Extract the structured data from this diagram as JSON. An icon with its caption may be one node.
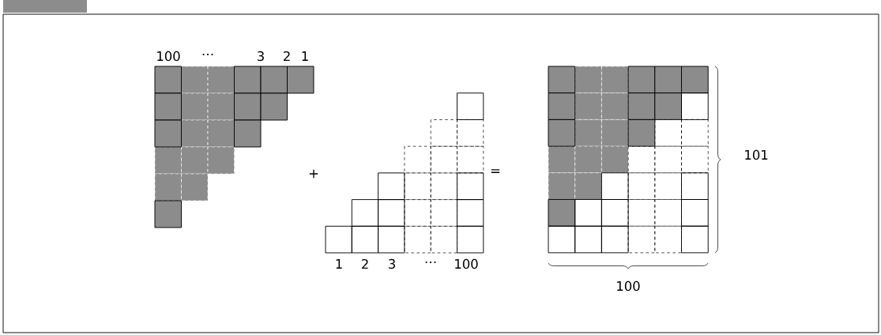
{
  "diagram": {
    "labels": [
      "100",
      "⋯",
      "3",
      "2",
      "1",
      "+",
      "=",
      "101",
      "1",
      "2",
      "3",
      "⋯",
      "100",
      "100"
    ]
  }
}
